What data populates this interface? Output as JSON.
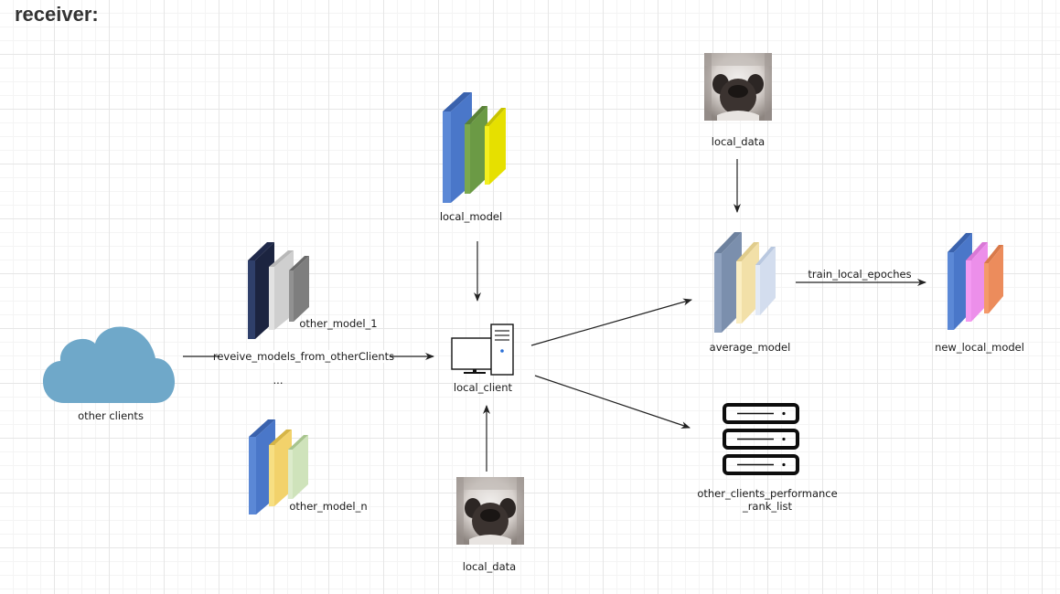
{
  "title": "receiver:",
  "nodes": {
    "other_clients": "other clients",
    "other_model_1": "other_model_1",
    "ellipsis": "...",
    "other_model_n": "other_model_n",
    "local_model": "local_model",
    "local_client": "local_client",
    "local_data_bottom": "local_data",
    "local_data_top": "local_data",
    "average_model": "average_model",
    "new_local_model": "new_local_model",
    "rank_list_line1": "other_clients_performance",
    "rank_list_line2": "_rank_list"
  },
  "edges": {
    "receive": "reveive_models_from_otherClients",
    "train": "train_local_epoches"
  },
  "icons": {
    "cloud": "cloud-icon",
    "client": "computer-icon",
    "server": "server-list-icon",
    "data": "dog-photo-icon"
  },
  "colors": {
    "cloud": "#6fa8c9",
    "model_blue": "#4a77c9",
    "model_green": "#7aa84e",
    "model_yellow": "#f3f01e",
    "dark_navy": "#2f3f6a",
    "pink": "#f49af2",
    "orange": "#f49a6a"
  }
}
